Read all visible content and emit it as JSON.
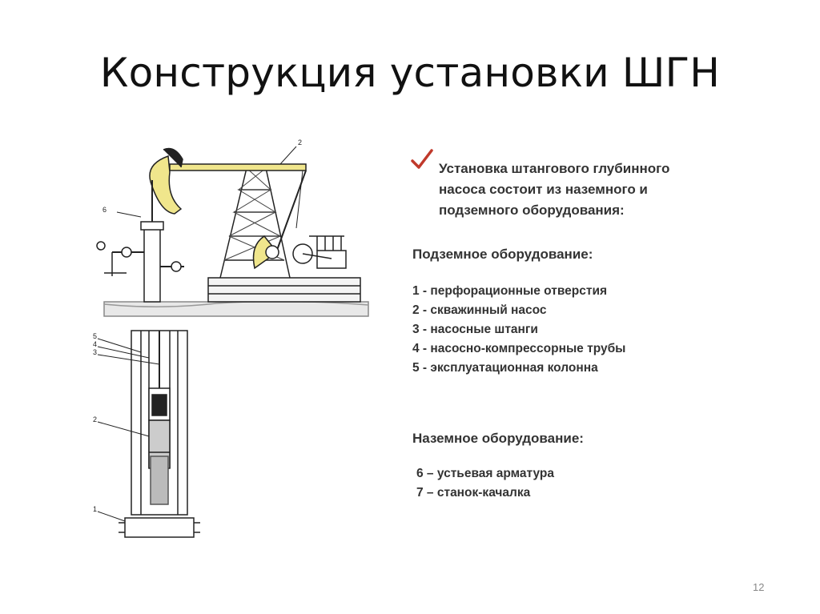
{
  "title": "Конструкция установки ШГН",
  "intro_lines": [
    "Установка штангового глубинного",
    "насоса состоит из наземного и",
    "подземного оборудования:"
  ],
  "underground": {
    "heading": "Подземное оборудование:",
    "items": [
      "1 - перфорационные отверстия",
      "2 - скважинный насос",
      "3 - насосные штанги",
      "4 - насосно-компрессорные трубы",
      "5 - эксплуатационная колонна"
    ]
  },
  "surface": {
    "heading": "Наземное оборудование:",
    "items": [
      "6 – устьевая арматура",
      "7 – станок-качалка"
    ]
  },
  "diagram_labels": {
    "l1": "1",
    "l2": "2",
    "l3": "3",
    "l4": "4",
    "l5": "5",
    "l6": "6",
    "l2top": "2"
  },
  "page_number": "12",
  "colors": {
    "check": "#c0392b",
    "beam": "#f0e68c",
    "text": "#333333"
  }
}
